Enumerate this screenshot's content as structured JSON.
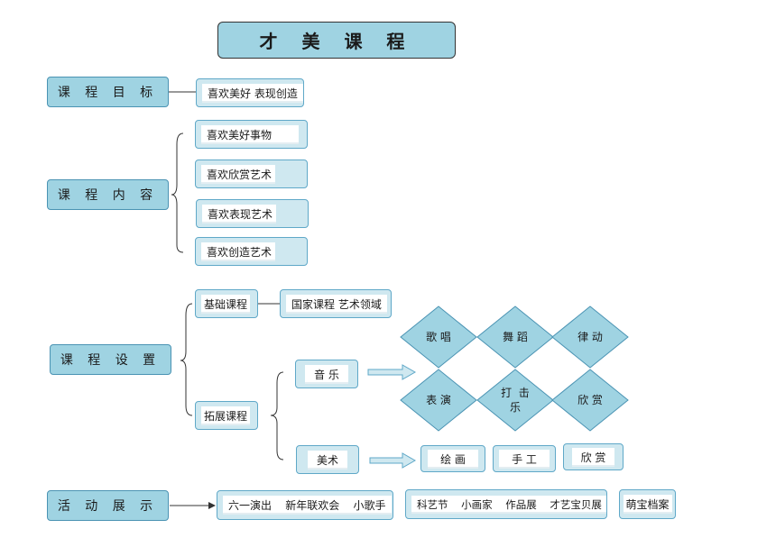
{
  "title": "才 美 课 程",
  "sections": {
    "goal": "课 程 目 标",
    "content": "课 程 内 容",
    "setting": "课 程 设 置",
    "activity": "活 动 展 示"
  },
  "goal_item": "喜欢美好  表现创造",
  "content_items": [
    "喜欢美好事物",
    "喜欢欣赏艺术",
    "喜欢表现艺术",
    "喜欢创造艺术"
  ],
  "basic": {
    "label": "基础课程",
    "detail": "国家课程  艺术领域"
  },
  "extended": {
    "label": "拓展课程"
  },
  "music": {
    "label": "音  乐",
    "diamonds": [
      "歌 唱",
      "舞 蹈",
      "律 动",
      "表 演",
      "打  击\n乐",
      "欣 赏"
    ]
  },
  "art": {
    "label": "美术",
    "items": [
      "绘  画",
      "手  工",
      "欣  赏"
    ]
  },
  "activities": [
    "六一演出    新年联欢会    小歌手",
    "科艺节    小画家    作品展    才艺宝贝展",
    "萌宝档案"
  ]
}
